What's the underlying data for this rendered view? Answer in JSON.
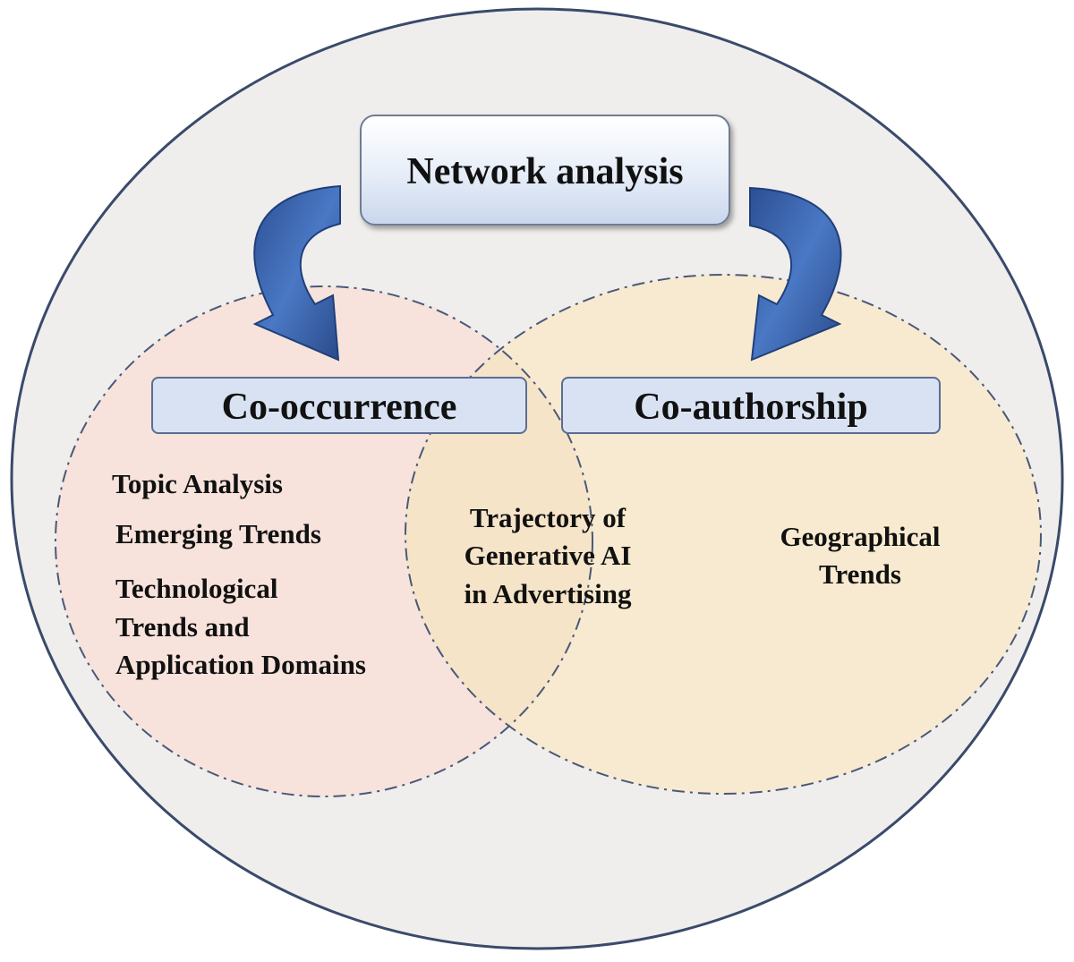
{
  "title": "Network analysis",
  "left_set": {
    "label": "Co-occurrence",
    "items": [
      "Topic Analysis",
      "Emerging Trends",
      "Technological",
      "Trends and",
      "Application Domains"
    ]
  },
  "right_set": {
    "label": "Co-authorship",
    "items": [
      "Geographical",
      "Trends"
    ]
  },
  "intersection": {
    "lines": [
      "Trajectory of",
      "Generative AI",
      "in Advertising"
    ]
  },
  "colors": {
    "outer_fill": "#efeeec",
    "outer_stroke": "#3a4a6b",
    "left_fill": "#f7e3dc",
    "right_fill": "#f8ead0",
    "overlap_fill": "#f6e4c8",
    "box_fill": "#d9e2f2",
    "box_stroke": "#5a6d94",
    "arrow_fill": "#3d66b0",
    "arrow_dark": "#1f3f7a"
  }
}
